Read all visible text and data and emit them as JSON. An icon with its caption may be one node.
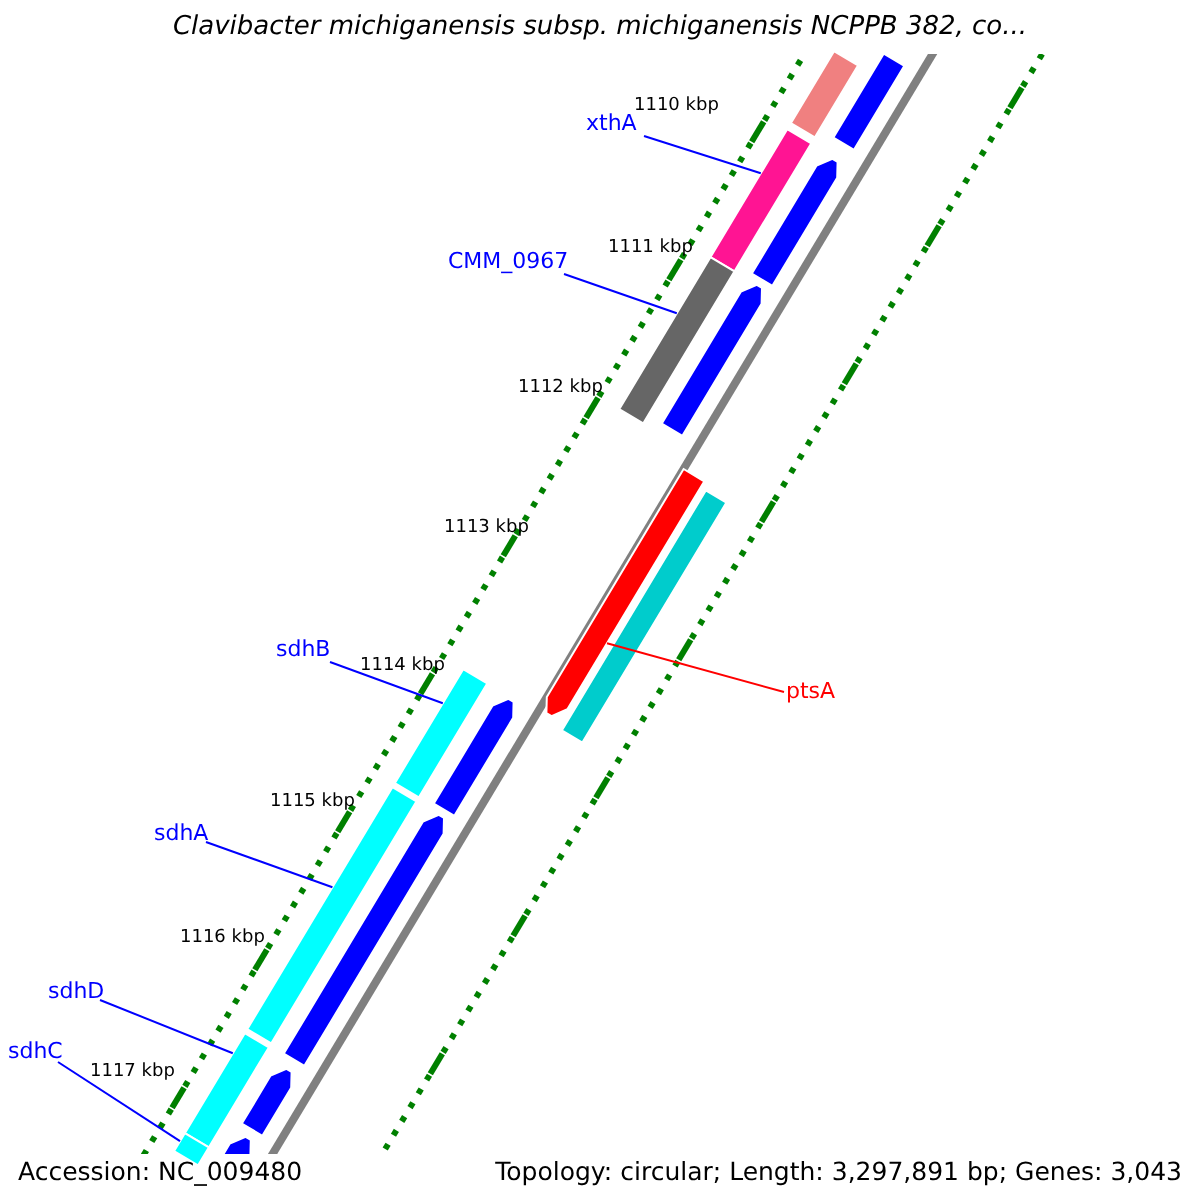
{
  "diagram": {
    "title": "Clavibacter michiganensis subsp. michiganensis NCPPB 382, co...",
    "nodes": [
      {
        "text": [
          "xthA"
        ]
      },
      {
        "text": [],
        "shape": "bar"
      },
      {
        "text": [
          "CMM_0967"
        ]
      },
      {
        "text": [],
        "shape": "bar"
      },
      {
        "text": [
          "sdhB"
        ]
      },
      {
        "text": [],
        "shape": "bar"
      },
      {
        "text": [
          "sdhA"
        ]
      },
      {
        "text": [],
        "shape": "bar"
      },
      {
        "text": [
          "sdhD"
        ]
      },
      {
        "text": [],
        "shape": "bar"
      },
      {
        "text": [
          "sdhC"
        ]
      },
      {
        "text": [],
        "shape": "bar"
      },
      {
        "text": [
          "ptsA"
        ]
      },
      {
        "text": [],
        "shape": "bar"
      }
    ],
    "edges": [
      {
        "from": 0,
        "to": 1,
        "arrow": "none"
      },
      {
        "from": 2,
        "to": 3,
        "arrow": "none"
      },
      {
        "from": 4,
        "to": 5,
        "arrow": "none"
      },
      {
        "from": 6,
        "to": 7,
        "arrow": "none"
      },
      {
        "from": 8,
        "to": 9,
        "arrow": "none"
      },
      {
        "from": 10,
        "to": 11,
        "arrow": "none"
      },
      {
        "from": 12,
        "to": 13,
        "arrow": "none",
        "color": "#ff0000"
      }
    ],
    "labels": [
      "1110 kbp",
      "1111 kbp",
      "1112 kbp",
      "1113 kbp",
      "1114 kbp",
      "1115 kbp",
      "1116 kbp",
      "1117 kbp",
      "Accession: NC_009480",
      "Topology: circular; Length: 3,297,891 bp; Genes: 3,043"
    ]
  }
}
